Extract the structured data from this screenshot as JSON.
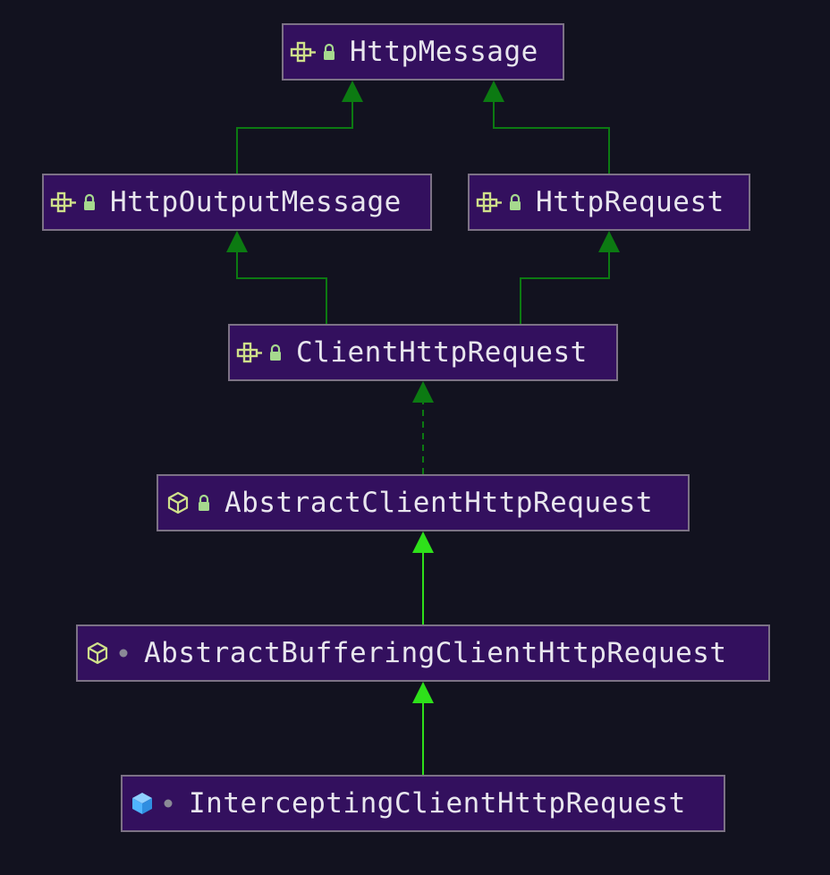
{
  "colors": {
    "background": "#12121f",
    "node_fill": "#33105e",
    "node_border": "#7c7285",
    "node_text": "#e8e6ee",
    "edge_inherit": "#0c7a12",
    "edge_extends_bright": "#2ee01a",
    "icon_interface": "#cfe08a",
    "icon_abstract": "#cfe08a",
    "icon_class": "#4fb4ff",
    "icon_lock": "#a6d98e",
    "icon_dot": "#8a8a96"
  },
  "nodes": [
    {
      "id": "HttpMessage",
      "label": "HttpMessage",
      "kind_icon": "interface-icon",
      "visibility_icon": "lock-icon"
    },
    {
      "id": "HttpOutputMessage",
      "label": "HttpOutputMessage",
      "kind_icon": "interface-icon",
      "visibility_icon": "lock-icon"
    },
    {
      "id": "HttpRequest",
      "label": "HttpRequest",
      "kind_icon": "interface-icon",
      "visibility_icon": "lock-icon"
    },
    {
      "id": "ClientHttpRequest",
      "label": "ClientHttpRequest",
      "kind_icon": "interface-icon",
      "visibility_icon": "lock-icon"
    },
    {
      "id": "AbstractClientHttpRequest",
      "label": "AbstractClientHttpRequest",
      "kind_icon": "abstract-class-icon",
      "visibility_icon": "lock-icon"
    },
    {
      "id": "AbstractBufferingClientHttpRequest",
      "label": "AbstractBufferingClientHttpRequest",
      "kind_icon": "abstract-class-icon",
      "visibility_icon": "package-private-dot-icon"
    },
    {
      "id": "InterceptingClientHttpRequest",
      "label": "InterceptingClientHttpRequest",
      "kind_icon": "class-icon",
      "visibility_icon": "package-private-dot-icon"
    }
  ],
  "edges": [
    {
      "from": "HttpOutputMessage",
      "to": "HttpMessage",
      "style": "solid",
      "color": "#0c7a12"
    },
    {
      "from": "HttpRequest",
      "to": "HttpMessage",
      "style": "solid",
      "color": "#0c7a12"
    },
    {
      "from": "ClientHttpRequest",
      "to": "HttpOutputMessage",
      "style": "solid",
      "color": "#0c7a12"
    },
    {
      "from": "ClientHttpRequest",
      "to": "HttpRequest",
      "style": "solid",
      "color": "#0c7a12"
    },
    {
      "from": "AbstractClientHttpRequest",
      "to": "ClientHttpRequest",
      "style": "dashed",
      "color": "#0c7a12"
    },
    {
      "from": "AbstractBufferingClientHttpRequest",
      "to": "AbstractClientHttpRequest",
      "style": "solid",
      "color": "#2ee01a"
    },
    {
      "from": "InterceptingClientHttpRequest",
      "to": "AbstractBufferingClientHttpRequest",
      "style": "solid",
      "color": "#2ee01a"
    }
  ]
}
